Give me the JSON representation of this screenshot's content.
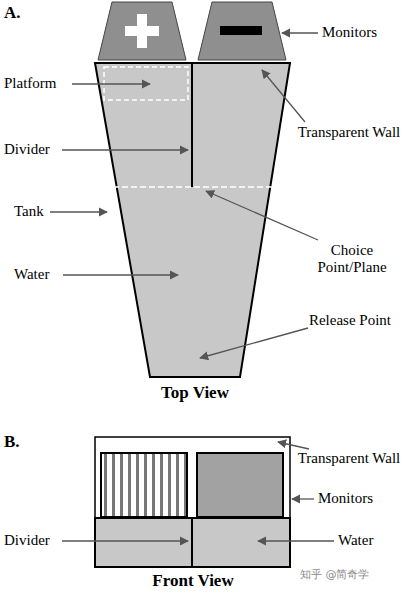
{
  "diagram": {
    "labels": [
      "A.",
      "Monitors",
      "Platform",
      "Divider",
      "Transparent Wall",
      "Tank",
      "Choice Point/Plane",
      "Water",
      "Release Point",
      "Top View",
      "B.",
      "Transparent Wall",
      "Monitors",
      "Divider",
      "Water",
      "Front View",
      "知乎 @简奇学"
    ]
  }
}
